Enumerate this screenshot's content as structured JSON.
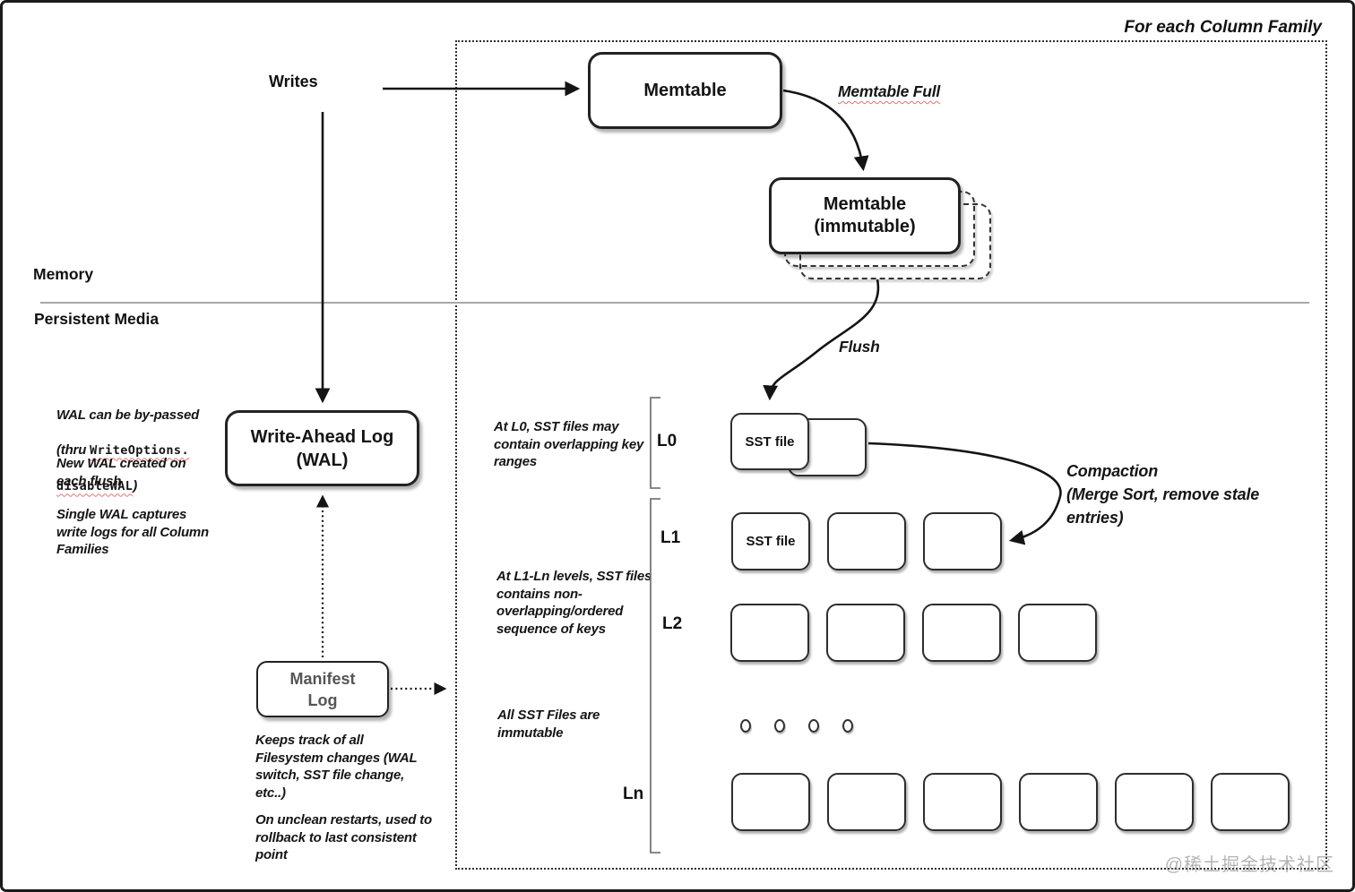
{
  "diagram": {
    "scope_label": "For each Column Family",
    "watermark": "@稀土掘金技术社区"
  },
  "labels": {
    "writes": "Writes",
    "memory": "Memory",
    "persistent_media": "Persistent Media",
    "memtable_full": "Memtable Full",
    "flush": "Flush",
    "compaction": "Compaction\n(Merge Sort, remove stale\nentries)"
  },
  "boxes": {
    "memtable": "Memtable",
    "memtable_immutable": "Memtable\n(immutable)",
    "wal": "Write-Ahead Log\n(WAL)",
    "manifest": "Manifest\nLog",
    "sst_file": "SST file"
  },
  "notes": {
    "wal_bypass_line1": "WAL can be by-passed",
    "wal_bypass_pre": "(thru ",
    "wal_bypass_code1": "WriteOptions.",
    "wal_bypass_code2": "disableWAL",
    "wal_bypass_post": ")",
    "wal_new": "New WAL created on\neach flush",
    "wal_single": "Single WAL captures\nwrite logs for all Column\nFamilies",
    "manifest_tracks": "Keeps track of all\nFilesystem changes (WAL\nswitch, SST file change,\netc..)",
    "manifest_restart": "On unclean restarts, used to\nrollback to last consistent\npoint",
    "l0_note": "At L0, SST files may\ncontain overlapping key\nranges",
    "l1_note": "At L1-Ln levels, SST files\ncontains non-\noverlapping/ordered\nsequence of keys",
    "immutable_note": "All SST Files are\nimmutable"
  },
  "levels": [
    {
      "label": "L0",
      "sst_count": 2,
      "first_box_label": "SST file"
    },
    {
      "label": "L1",
      "sst_count": 3,
      "first_box_label": "SST file"
    },
    {
      "label": "L2",
      "sst_count": 4,
      "first_box_label": ""
    },
    {
      "label": "Ln",
      "sst_count": 6,
      "first_box_label": ""
    }
  ],
  "ellipsis_dot_count": 4,
  "colors": {
    "line": "#141414",
    "divider": "#a8a8a8",
    "bracket": "#777777",
    "manifest_text": "#555555",
    "spellcheck_wavy": "#d64837"
  }
}
